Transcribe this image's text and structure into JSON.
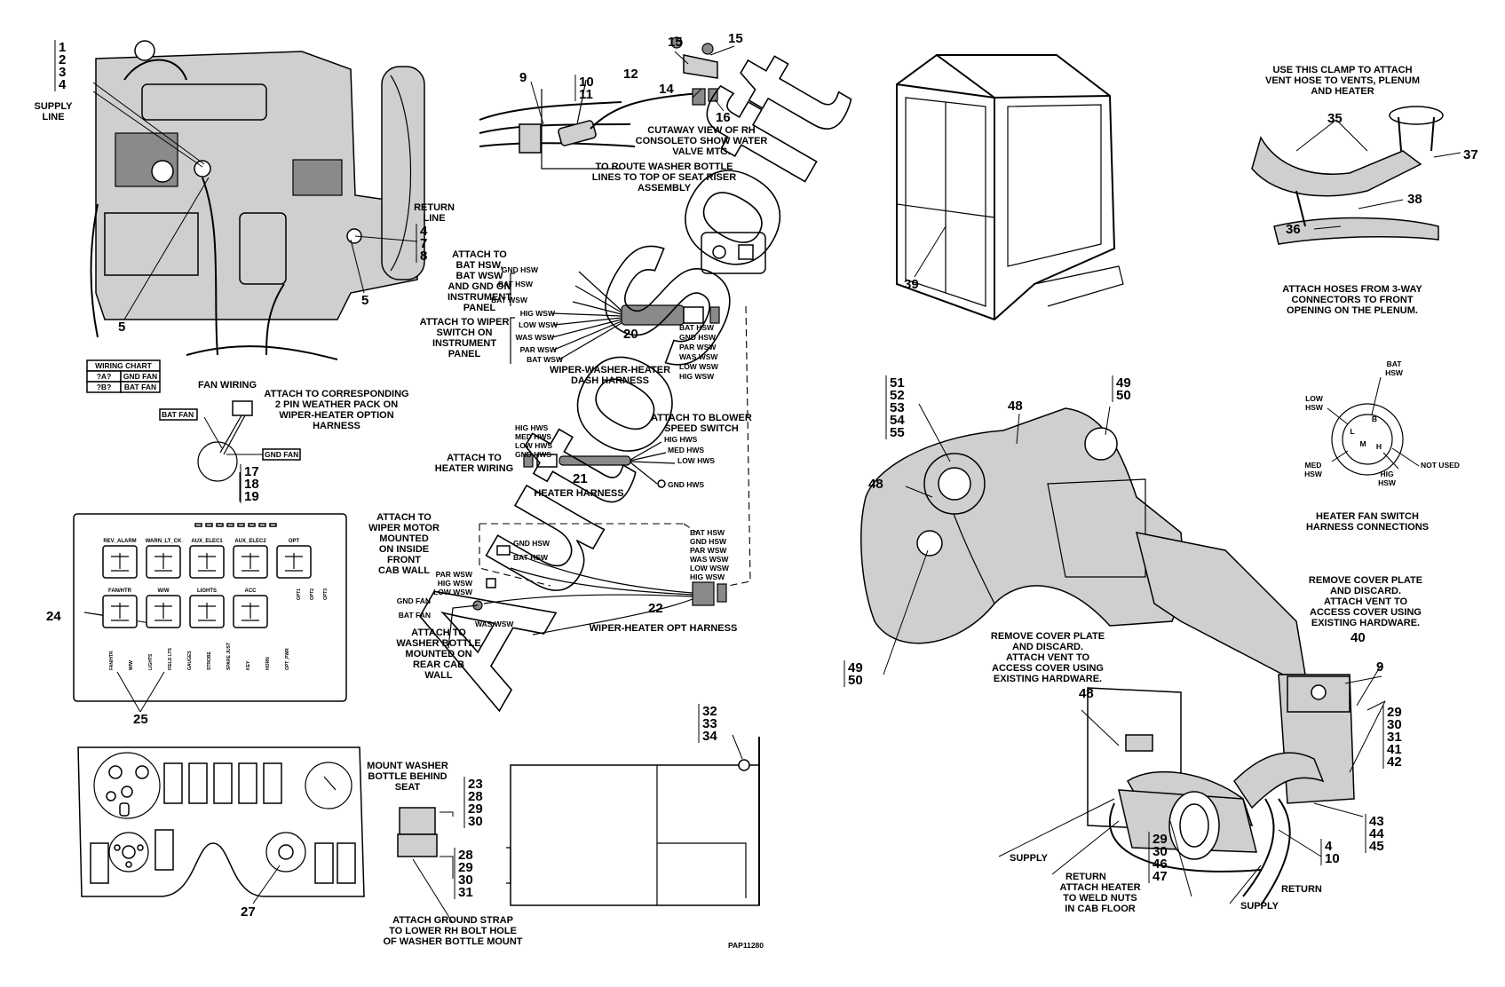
{
  "watermark": "AutoSoft",
  "figure_code": "PAP11280",
  "callouts": {
    "engine_a": [
      "1",
      "2",
      "3",
      "4"
    ],
    "engine_5a": "5",
    "engine_5b": "5",
    "engine_b": [
      "4",
      "7",
      "8"
    ],
    "fan": [
      "17",
      "18",
      "19"
    ],
    "n9a": "9",
    "n1011": [
      "10",
      "11"
    ],
    "n12": "12",
    "n14": "14",
    "n15a": "15",
    "n15b": "15",
    "n16": "16",
    "n20": "20",
    "n21": "21",
    "n22": "22",
    "n24": "24",
    "n25": "25",
    "n27": "27",
    "bottle_a": [
      "23",
      "28",
      "29",
      "30"
    ],
    "bottle_b": [
      "28",
      "29",
      "30",
      "31"
    ],
    "tank": [
      "32",
      "33",
      "34"
    ],
    "n35": "35",
    "n36": "36",
    "n37": "37",
    "n38": "38",
    "n39": "39",
    "n40": "40",
    "n48a": "48",
    "n48b": "48",
    "n48c": "48",
    "n49a": [
      "49",
      "50"
    ],
    "n49b": [
      "49",
      "50"
    ],
    "n5155": [
      "51",
      "52",
      "53",
      "54",
      "55"
    ],
    "n9b": "9",
    "heater_a": [
      "29",
      "30",
      "31",
      "41",
      "42"
    ],
    "heater_b": [
      "43",
      "44",
      "45"
    ],
    "heater_c": [
      "4",
      "10"
    ],
    "heater_d": [
      "29",
      "30",
      "46",
      "47"
    ]
  },
  "notes": {
    "supply_line": [
      "SUPPLY",
      "LINE"
    ],
    "return_line": [
      "RETURN",
      "LINE"
    ],
    "cutaway": [
      "CUTAWAY VIEW OF RH",
      "CONSOLETO SHOW WATER",
      "VALVE MTG."
    ],
    "route_bottle": [
      "TO ROUTE WASHER BOTTLE",
      "LINES TO TOP OF SEAT RISER",
      "ASSEMBLY"
    ],
    "attach_bat": [
      "ATTACH TO",
      "BAT HSW,",
      "BAT WSW",
      "AND GND ON",
      "INSTRUMENT",
      "PANEL"
    ],
    "attach_wiper_sw": [
      "ATTACH TO WIPER",
      "SWITCH ON",
      "INSTRUMENT",
      "PANEL"
    ],
    "dash_harness": [
      "WIPER-WASHER-HEATER",
      "DASH HARNESS"
    ],
    "fan_wiring": "FAN WIRING",
    "attach_weather": [
      "ATTACH TO CORRESPONDING",
      "2 PIN WEATHER PACK ON",
      "WIPER-HEATER OPTION",
      "HARNESS"
    ],
    "attach_blower": [
      "ATTACH TO BLOWER",
      "SPEED SWITCH"
    ],
    "attach_heater_wiring": [
      "ATTACH TO",
      "HEATER WIRING"
    ],
    "heater_harness": "HEATER HARNESS",
    "attach_wiper_motor": [
      "ATTACH TO",
      "WIPER MOTOR",
      "MOUNTED",
      "ON INSIDE",
      "FRONT",
      "CAB WALL"
    ],
    "attach_washer_bottle": [
      "ATTACH TO",
      "WASHER BOTTLE",
      "MOUNTED ON",
      "REAR CAB",
      "WALL"
    ],
    "opt_harness": "WIPER-HEATER OPT HARNESS",
    "mount_bottle": [
      "MOUNT WASHER",
      "BOTTLE BEHIND",
      "SEAT"
    ],
    "ground_strap": [
      "ATTACH GROUND STRAP",
      "TO LOWER RH BOLT HOLE",
      "OF WASHER BOTTLE MOUNT"
    ],
    "clamp": [
      "USE THIS CLAMP TO ATTACH",
      "VENT HOSE TO VENTS, PLENUM",
      "AND HEATER"
    ],
    "three_way": [
      "ATTACH HOSES FROM 3-WAY",
      "CONNECTORS TO FRONT",
      "OPENING ON THE PLENUM."
    ],
    "fan_switch": [
      "HEATER FAN SWITCH",
      "HARNESS CONNECTIONS"
    ],
    "remove_cover_a": [
      "REMOVE COVER PLATE",
      "AND DISCARD.",
      "ATTACH VENT TO",
      "ACCESS COVER USING",
      "EXISTING HARDWARE."
    ],
    "remove_cover_b": [
      "REMOVE COVER PLATE",
      "AND DISCARD.",
      "ATTACH VENT TO",
      "ACCESS COVER USING",
      "EXISTING HARDWARE."
    ],
    "attach_heater_floor": [
      "ATTACH HEATER",
      "TO WELD NUTS",
      "IN CAB FLOOR"
    ],
    "supply_a": "SUPPLY",
    "return_a": "RETURN",
    "return_b": "RETURN",
    "supply_b": "SUPPLY"
  },
  "wiring_chart": {
    "title": "WIRING CHART",
    "rows": [
      [
        "?A?",
        "GND FAN"
      ],
      [
        "?B?",
        "BAT FAN"
      ]
    ]
  },
  "fan_tags": {
    "bat": "BAT FAN",
    "gnd": "GND FAN"
  },
  "dash_wires": {
    "left_top": [
      "GND HSW",
      "BAT HSW",
      "BAT WSW"
    ],
    "left_bottom": [
      "HIG WSW",
      "LOW WSW",
      "WAS WSW",
      "PAR WSW",
      "BAT WSW"
    ],
    "right": [
      "BAT HSW",
      "GND HSW",
      "PAR WSW",
      "WAS WSW",
      "LOW WSW",
      "HIG WSW"
    ]
  },
  "heater_wires": {
    "left": [
      "HIG HWS",
      "MED HWS",
      "LOW HWS",
      "GND HWS"
    ],
    "right": [
      "HIG HWS",
      "MED HWS",
      "LOW HWS",
      "GND HWS"
    ]
  },
  "opt_wires": {
    "left": [
      "PAR WSW",
      "HIG WSW",
      "LOW WSW"
    ],
    "top": [
      "GND HSW",
      "BAT HSW"
    ],
    "fan": [
      "GND FAN",
      "BAT FAN"
    ],
    "was": "WAS WSW",
    "right": [
      "BAT HSW",
      "GND HSW",
      "PAR WSW",
      "WAS WSW",
      "LOW WSW",
      "HIG WSW"
    ]
  },
  "relays": {
    "row1": [
      "REV_ALARM",
      "WARN_LT_CK",
      "AUX_ELEC1",
      "AUX_ELEC2",
      "OPT"
    ],
    "row2": [
      "FAN/HTR",
      "W/W",
      "LIGHTS",
      "ACC"
    ]
  },
  "fuses": {
    "top": [
      "OPT1",
      "OPT2",
      "OPT3"
    ],
    "bottom": [
      "FAN/HTR",
      "W/W",
      "LIGHTS",
      "FIELD LTS",
      "GAUGES",
      "STROBE",
      "SPARE JUST",
      "KEY",
      "HORN",
      "OPT_PWR"
    ]
  },
  "switch_pins": {
    "bat": [
      "BAT",
      "HSW"
    ],
    "low": [
      "LOW",
      "HSW"
    ],
    "med": [
      "MED",
      "HSW"
    ],
    "hig": [
      "HIG",
      "HSW"
    ],
    "not_used": "NOT USED",
    "letters": [
      "B",
      "L",
      "M",
      "H"
    ]
  }
}
